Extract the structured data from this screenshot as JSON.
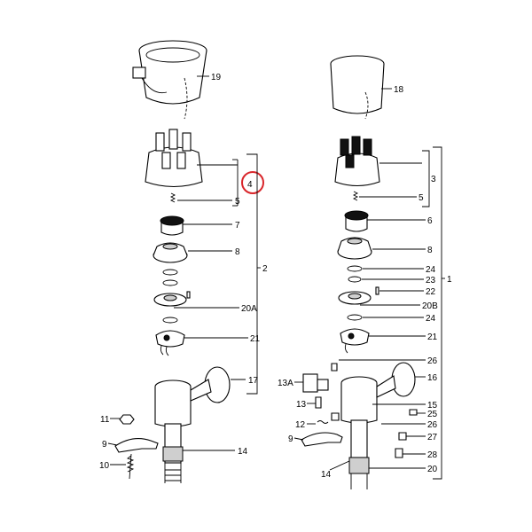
{
  "left": {
    "labels": {
      "l19": "19",
      "l4": "4",
      "l5": "5",
      "l7": "7",
      "l8": "8",
      "l2": "2",
      "l20A": "20A",
      "l21": "21",
      "l17": "17",
      "l11": "11",
      "l9": "9",
      "l10": "10",
      "l14": "14"
    }
  },
  "right": {
    "labels": {
      "l18": "18",
      "l3": "3",
      "l5": "5",
      "l6": "6",
      "l8": "8",
      "l24a": "24",
      "l23": "23",
      "l22": "22",
      "l20B": "20B",
      "l24b": "24",
      "l21": "21",
      "l1": "1",
      "l26a": "26",
      "l16": "16",
      "l13A": "13A",
      "l13": "13",
      "l15": "15",
      "l25": "25",
      "l12": "12",
      "l26b": "26",
      "l9": "9",
      "l27": "27",
      "l28": "28",
      "l14": "14",
      "l20": "20"
    }
  },
  "highlight": {
    "color": "#d9262b"
  }
}
